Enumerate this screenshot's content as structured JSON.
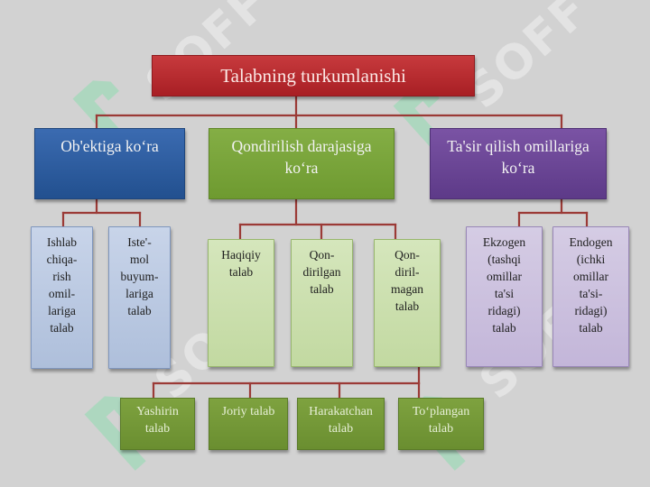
{
  "root": {
    "label": "Talabning turkumlanishi"
  },
  "categories": [
    {
      "label": "Ob'ektiga ko‘ra",
      "color": "#2c5ea3"
    },
    {
      "label": "Qondirilish darajasiga ko‘ra",
      "color": "#77a23a"
    },
    {
      "label": "Ta'sir qilish omillariga ko‘ra",
      "color": "#6a469a"
    }
  ],
  "leaves": [
    {
      "lines": [
        "Ishlab",
        "chiqa-",
        "rish",
        "omil-",
        "lariga",
        "talab"
      ]
    },
    {
      "lines": [
        "Iste'-",
        "mol",
        "buyum-",
        "lariga",
        "talab"
      ]
    },
    {
      "lines": [
        "Haqiqiy",
        "talab"
      ]
    },
    {
      "lines": [
        "Qon-",
        "dirilgan",
        "talab"
      ]
    },
    {
      "lines": [
        "Qon-",
        "diril-",
        "magan",
        "talab"
      ]
    },
    {
      "lines": [
        "Ekzogen",
        "(tashqi",
        "omillar",
        "ta'si",
        "ridagi)",
        "talab"
      ]
    },
    {
      "lines": [
        "Endogen",
        "(ichki",
        "omillar",
        "ta'si-",
        "ridagi)",
        "talab"
      ]
    }
  ],
  "unmet_types": [
    {
      "lines": [
        "Yashirin",
        "talab"
      ]
    },
    {
      "lines": [
        "Joriy talab"
      ]
    },
    {
      "lines": [
        "Harakatchan",
        "talab"
      ]
    },
    {
      "lines": [
        "To‘plangan",
        "talab"
      ]
    }
  ],
  "watermark": {
    "text": "SOFF"
  },
  "colors": {
    "background": "#d2d2d2",
    "connector": "#9b3a36",
    "root": "#b7282c"
  }
}
